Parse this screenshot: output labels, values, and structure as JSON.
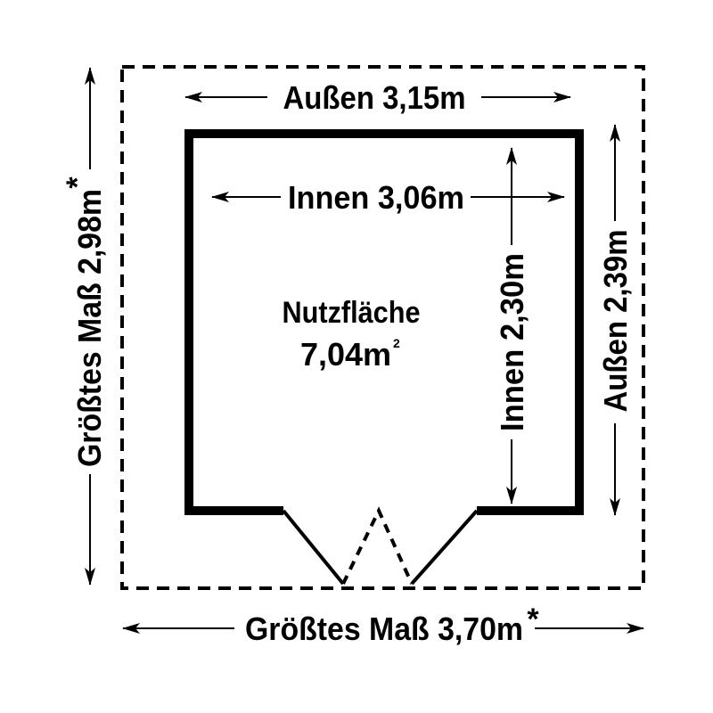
{
  "diagram": {
    "type": "floor-plan",
    "colors": {
      "background": "#ffffff",
      "ink": "#000000"
    },
    "labels": {
      "outer_width": "Außen 3,15m",
      "inner_width": "Innen 3,06m",
      "usable_area_title": "Nutzfläche",
      "usable_area_value": "7,04m",
      "usable_area_unit_superscript": "2",
      "inner_depth": "Innen 2,30m",
      "outer_depth": "Außen 2,39m",
      "max_depth": "Größtes Maß 2,98m",
      "max_depth_asterisk": "*",
      "max_width": "Größtes Maß 3,70m",
      "max_width_asterisk": "*"
    },
    "dimensions_m": {
      "outer_width": 3.15,
      "inner_width": 3.06,
      "inner_depth": 2.3,
      "outer_depth": 2.39,
      "max_width": 3.7,
      "max_depth": 2.98,
      "usable_area_m2": 7.04
    },
    "shapes": {
      "max_extent_box": "dashed rectangle (roof overhang / largest extent)",
      "wall_outline": "thick solid outline with angled entrance",
      "door": "double door, dashed swing lines"
    }
  }
}
